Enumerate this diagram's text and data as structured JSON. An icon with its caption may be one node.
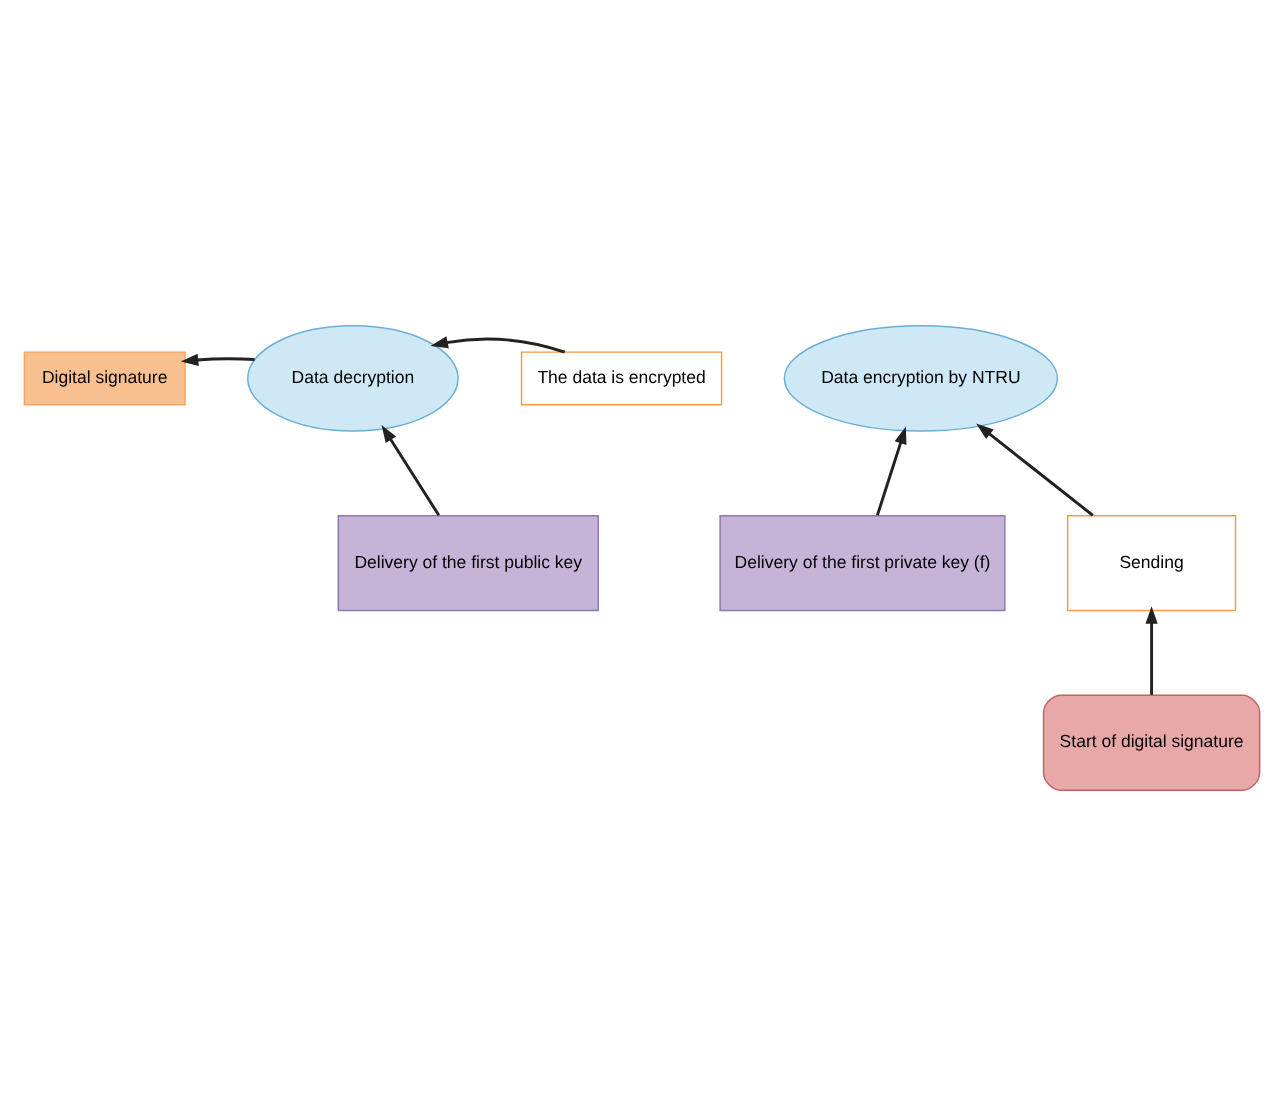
{
  "diagram": {
    "nodes": [
      {
        "text": [
          "Digital signature"
        ]
      },
      {
        "text": [
          "Data decryption"
        ]
      },
      {
        "text": [
          "The data is encrypted"
        ]
      },
      {
        "text": [
          "Delivery of the first public key"
        ]
      },
      {
        "text": [
          "Data encryption by NTRU"
        ]
      },
      {
        "text": [
          "Delivery of the first private key (f)"
        ]
      },
      {
        "text": [
          "Sending"
        ]
      },
      {
        "text": [
          "Start of digital signature"
        ]
      }
    ],
    "edges": [
      {
        "from": 1,
        "to": 0,
        "arrow": "to"
      },
      {
        "from": 2,
        "to": 1,
        "arrow": "to"
      },
      {
        "from": 3,
        "to": 1,
        "arrow": "to"
      },
      {
        "from": 5,
        "to": 4,
        "arrow": "to"
      },
      {
        "from": 6,
        "to": 4,
        "arrow": "to"
      },
      {
        "from": 7,
        "to": 6,
        "arrow": "to"
      }
    ]
  }
}
